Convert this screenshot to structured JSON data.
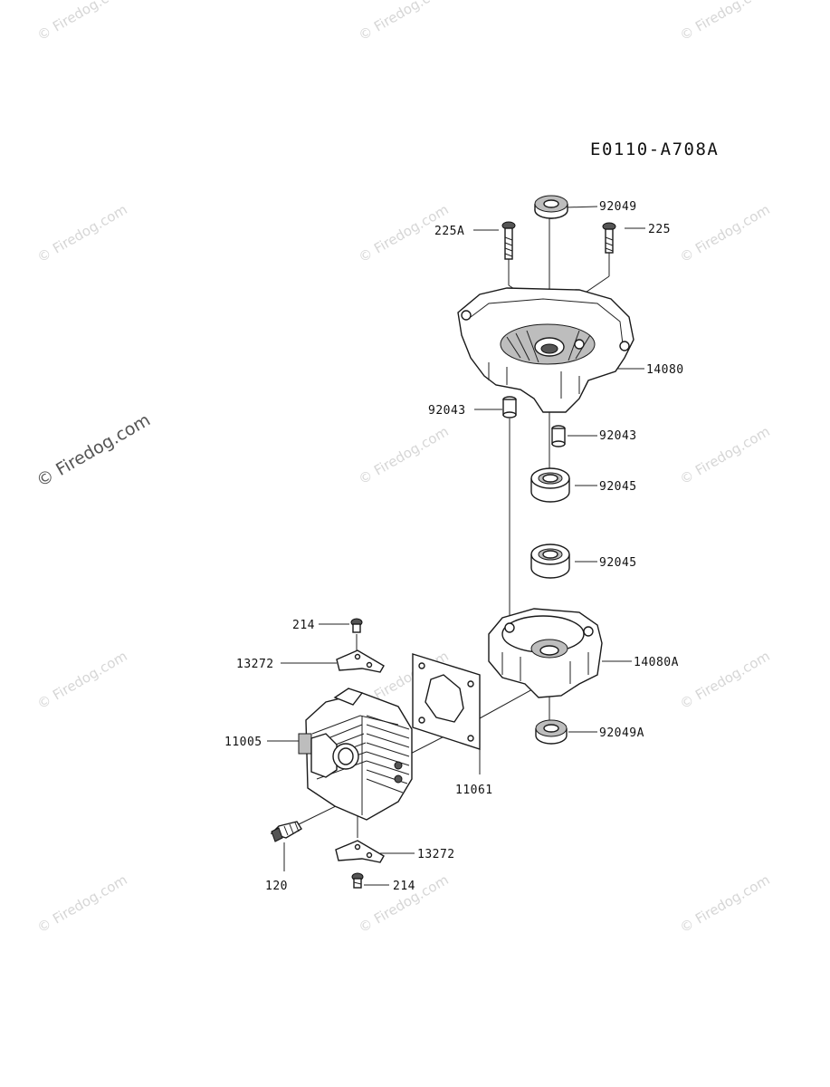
{
  "diagram": {
    "code": "E0110-A708A",
    "watermark": "© Firedog.com",
    "parts": {
      "p92049": "92049",
      "p225A": "225A",
      "p225": "225",
      "p14080": "14080",
      "p92043a": "92043",
      "p92043b": "92043",
      "p92045a": "92045",
      "p92045b": "92045",
      "p14080A": "14080A",
      "p92049A": "92049A",
      "p214a": "214",
      "p13272a": "13272",
      "p11005": "11005",
      "p11061": "11061",
      "p120": "120",
      "p13272b": "13272",
      "p214b": "214"
    }
  }
}
